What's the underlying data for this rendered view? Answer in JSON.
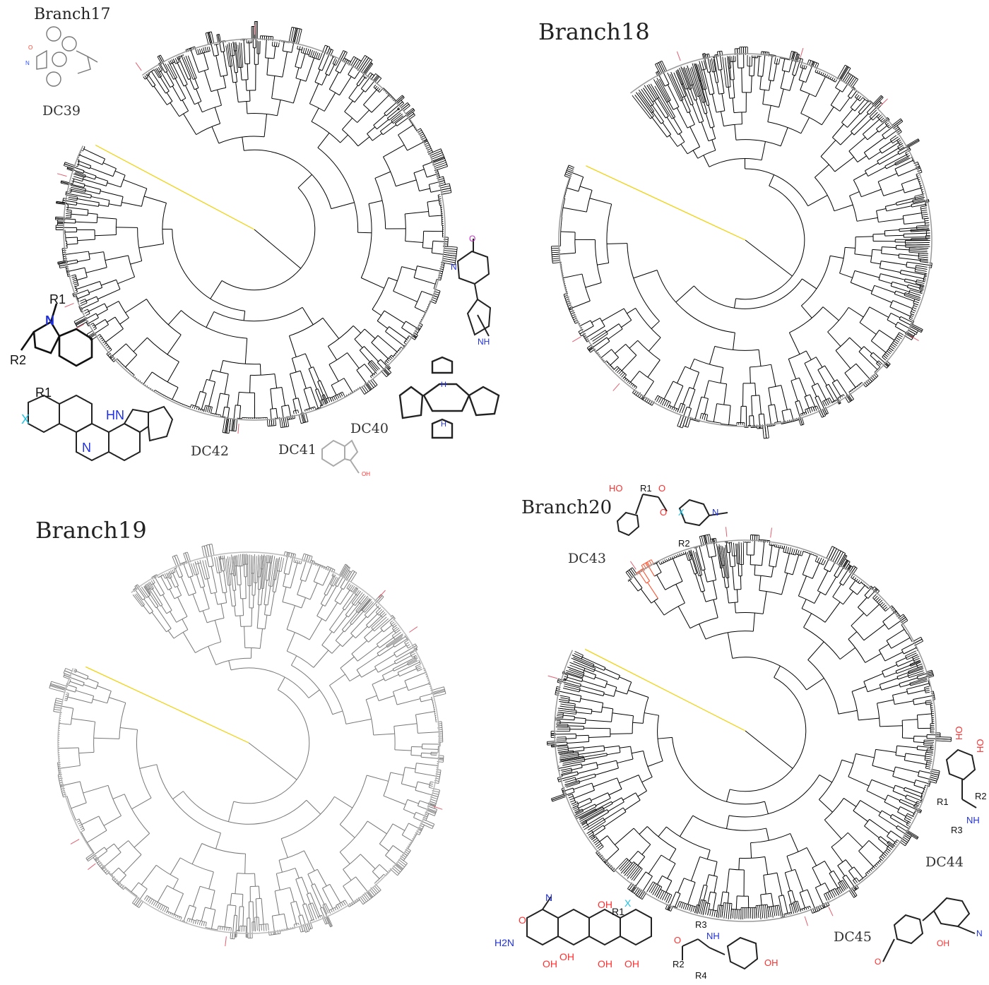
{
  "panels": [
    {
      "title": "Branch17",
      "tree_color": "#000000",
      "highlight_color": "#ff4520",
      "clade_labels": [
        "DC39",
        "DC40",
        "DC41",
        "DC42"
      ]
    },
    {
      "title": "Branch18",
      "tree_color": "#000000",
      "highlight_color": "#ff4520",
      "clade_labels": []
    },
    {
      "title": "Branch19",
      "tree_color": "#777777",
      "highlight_color": "#ff4520",
      "clade_labels": []
    },
    {
      "title": "Branch20",
      "tree_color": "#000000",
      "highlight_color": "#ff4520",
      "clade_labels": [
        "DC43",
        "DC44",
        "DC45"
      ]
    }
  ],
  "colors": {
    "root_branch": "#f0d000",
    "highlight": "#ff4520",
    "tick": "#e06070"
  },
  "structure_labels": {
    "r1": "R1",
    "r2": "R2",
    "r3": "R3",
    "r4": "R4",
    "n": "N",
    "nh": "NH",
    "hn": "HN",
    "x": "X",
    "o": "O",
    "ho": "HO",
    "oh": "OH",
    "h2n": "H2N",
    "h": "H"
  }
}
